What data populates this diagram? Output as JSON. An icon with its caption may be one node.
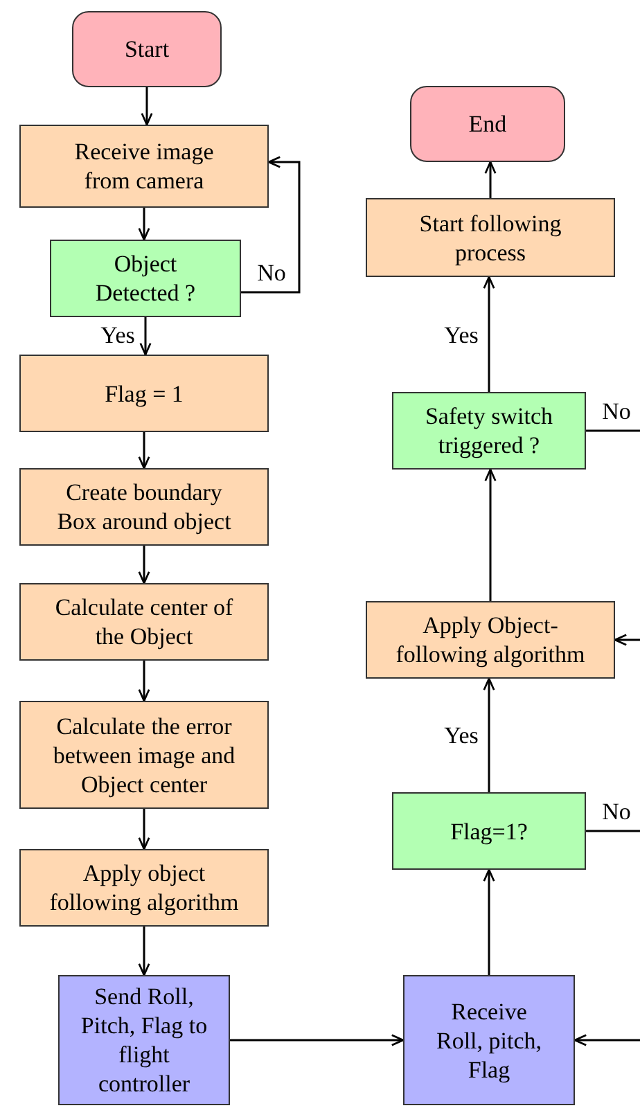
{
  "diagram": {
    "nodes": [
      {
        "text": [
          "Start"
        ]
      },
      {
        "text": [
          "Receive image from camera"
        ]
      },
      {
        "text": [
          "Object Detected ?"
        ]
      },
      {
        "text": [
          "Flag = 1"
        ]
      },
      {
        "text": [
          "Create boundary Box around object"
        ]
      },
      {
        "text": [
          "Calculate center of the Object"
        ]
      },
      {
        "text": [
          "Calculate the error between image and Object center"
        ]
      },
      {
        "text": [
          "Apply object following algorithm"
        ]
      },
      {
        "text": [
          "Send Roll, Pitch, Flag to flight controller"
        ]
      },
      {
        "text": [
          "Receive Roll, pitch, Flag"
        ]
      },
      {
        "text": [
          "Flag=1?"
        ]
      },
      {
        "text": [
          "Apply Object-following algorithm"
        ]
      },
      {
        "text": [
          "Safety switch triggered ?"
        ]
      },
      {
        "text": [
          "Start following process"
        ]
      },
      {
        "text": [
          "End"
        ]
      }
    ],
    "edges": [
      {
        "from": 0,
        "to": 1,
        "arrow": "to"
      },
      {
        "from": 1,
        "to": 2,
        "arrow": "to"
      },
      {
        "from": 2,
        "to": 3,
        "arrow": "to",
        "label": "Yes"
      },
      {
        "from": 2,
        "to": 1,
        "arrow": "to",
        "label": "No"
      },
      {
        "from": 3,
        "to": 4,
        "arrow": "to"
      },
      {
        "from": 4,
        "to": 5,
        "arrow": "to"
      },
      {
        "from": 5,
        "to": 6,
        "arrow": "to"
      },
      {
        "from": 6,
        "to": 7,
        "arrow": "to"
      },
      {
        "from": 7,
        "to": 8,
        "arrow": "to"
      },
      {
        "from": 8,
        "to": 9,
        "arrow": "to"
      },
      {
        "from": 9,
        "to": 10,
        "arrow": "to"
      },
      {
        "from": 10,
        "to": 11,
        "arrow": "to",
        "label": "Yes"
      },
      {
        "from": 11,
        "to": 12,
        "arrow": "to"
      },
      {
        "from": 12,
        "to": 13,
        "arrow": "to",
        "label": "Yes"
      },
      {
        "from": 13,
        "to": 14,
        "arrow": "to"
      },
      {
        "from": 10,
        "to": null,
        "arrow": "none",
        "label": "No"
      },
      {
        "from": 12,
        "to": null,
        "arrow": "none",
        "label": "No"
      },
      {
        "from": null,
        "to": 11,
        "arrow": "to"
      },
      {
        "from": null,
        "to": 9,
        "arrow": "to"
      }
    ]
  }
}
